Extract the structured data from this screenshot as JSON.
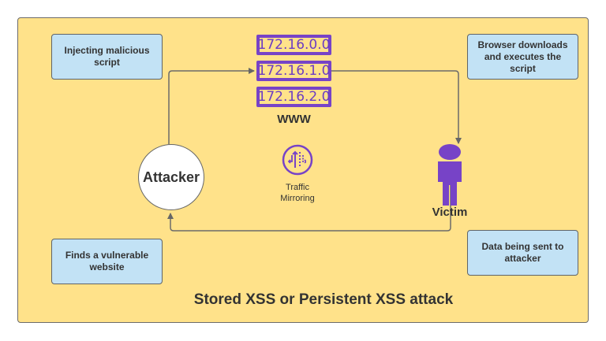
{
  "diagram": {
    "title": "Stored XSS or Persistent XSS attack",
    "notes": {
      "top_left": "Injecting malicious script",
      "top_right": "Browser downloads and executes the script",
      "bottom_left": "Finds a vulnerable website",
      "bottom_right": "Data being sent to attacker"
    },
    "servers": [
      "172.16.0.0",
      "172.16.1.0",
      "172.16.2.0"
    ],
    "server_label": "WWW",
    "traffic_mirroring": {
      "icon": "traffic-mirroring-icon",
      "label_line1": "Traffic",
      "label_line2": "Mirroring"
    },
    "attacker_label": "Attacker",
    "victim_label": "Victim",
    "victim_icon": "person-icon",
    "edges": [
      {
        "from": "Attacker",
        "to": "172.16.1.0"
      },
      {
        "from": "172.16.1.0",
        "to": "Victim"
      },
      {
        "from": "Victim",
        "to": "Attacker"
      }
    ],
    "colors": {
      "background": "#ffe28a",
      "note_fill": "#c2e2f5",
      "accent_purple": "#7743c7",
      "line": "#6b6b6b"
    }
  }
}
